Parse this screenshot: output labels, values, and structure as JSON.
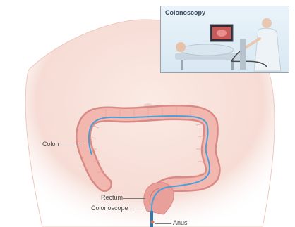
{
  "labels": {
    "colon": "Colon",
    "rectum": "Rectum",
    "colonoscope": "Colonoscope",
    "anus": "Anus"
  },
  "inset": {
    "title": "Colonoscopy"
  },
  "colors": {
    "skin": "#f6dcd4",
    "colon_fill": "#f2b8b0",
    "colon_stroke": "#d98a86",
    "scope": "#4a9fd8",
    "inset_bg": "#dcebf4"
  }
}
